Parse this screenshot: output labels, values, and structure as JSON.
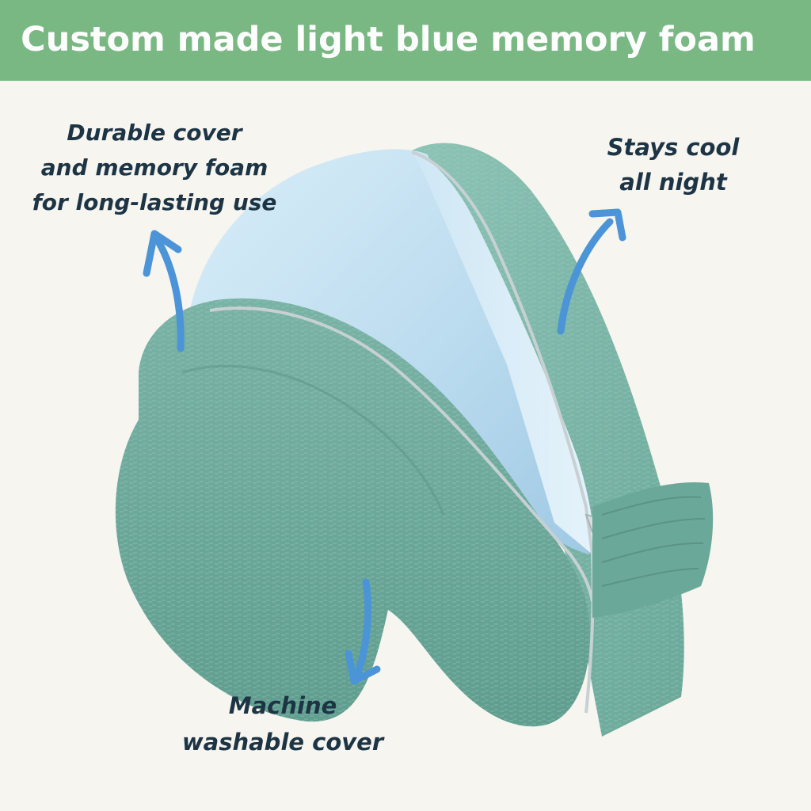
{
  "banner": {
    "title": "Custom made light blue memory foam",
    "color": "#7ab883"
  },
  "background_color": "#f6f5ef",
  "captions": {
    "durable": [
      "Durable cover",
      "and memory foam",
      "for long-lasting use"
    ],
    "cool": [
      "Stays cool",
      "all night"
    ],
    "washable": [
      "Machine",
      "washable cover"
    ]
  },
  "colors": {
    "text": "#1d3445",
    "arrow": "#4b94d8",
    "cover": "#77b5a7",
    "foam": "#c5e1f1",
    "zipper": "#bfc8cc"
  },
  "image": {
    "subject": "knee pillow with light blue memory foam insert and green heathered zippered cover"
  },
  "icons": [
    "arrow-up-left-icon",
    "arrow-up-right-icon",
    "arrow-down-icon"
  ]
}
